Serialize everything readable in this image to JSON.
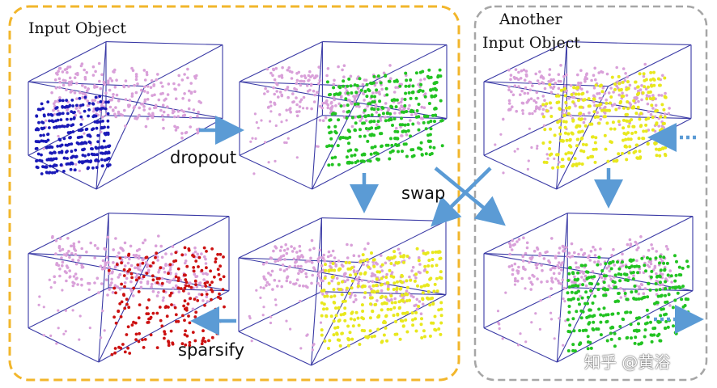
{
  "labels": {
    "input_object": "Input Object",
    "another_line1": "Another",
    "another_line2": "Input Object",
    "dropout": "dropout",
    "swap": "swap",
    "sparsify": "sparsify",
    "watermark": "知乎 @黄浴"
  },
  "colors": {
    "left_frame": "#f2b62b",
    "right_frame": "#a6a6a6",
    "arrow": "#5b9bd5",
    "box_edge": "#3a3aa5",
    "bg_points": "#d9a0d9",
    "blue_points": "#1a1ab8",
    "green_points": "#22c322",
    "yellow_points": "#e8e81e",
    "red_points": "#cc1111"
  },
  "panels": [
    {
      "name": "input-object-panel",
      "highlight": "blue"
    },
    {
      "name": "dropout-result-panel",
      "highlight": "green"
    },
    {
      "name": "sparsify-result-panel",
      "highlight": "red"
    },
    {
      "name": "swap-result-left-panel",
      "highlight": "yellow"
    },
    {
      "name": "another-input-object-panel",
      "highlight": "yellow"
    },
    {
      "name": "swap-result-right-panel",
      "highlight": "green"
    }
  ]
}
